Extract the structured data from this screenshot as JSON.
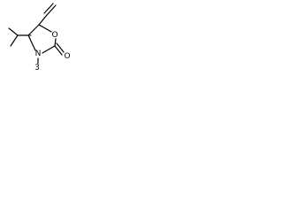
{
  "atoms": {
    "ring_oxygen": "O",
    "carbonyl_oxygen": "O",
    "nitrogen": "N",
    "n_methyl": "3"
  },
  "bond_color": "#000000",
  "background_color": "#ffffff"
}
